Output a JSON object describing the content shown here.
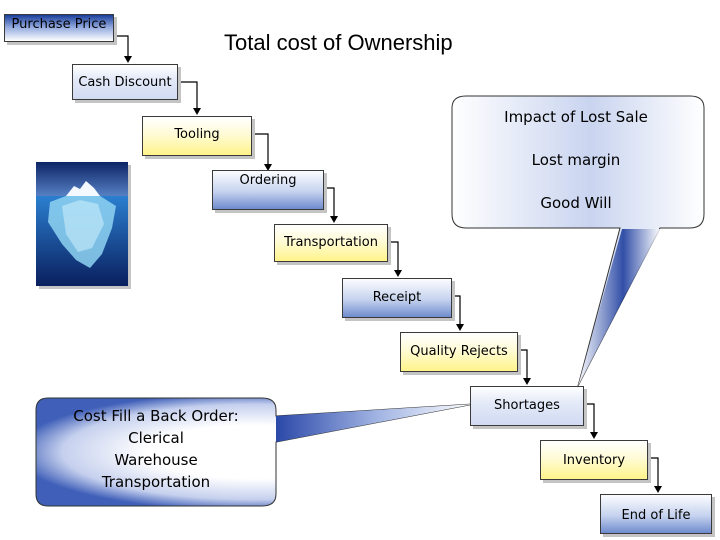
{
  "title": "Total cost of Ownership",
  "steps": [
    "Purchase Price",
    "Cash Discount",
    "Tooling",
    "Ordering",
    "Transportation",
    "Receipt",
    "Quality Rejects",
    "Shortages",
    "Inventory",
    "End of Life"
  ],
  "callout_lost_sale": {
    "lines": [
      "Impact of Lost Sale",
      "Lost margin",
      "Good Will"
    ]
  },
  "callout_back_order": {
    "lines": [
      "Cost Fill a Back Order:",
      "Clerical",
      "Warehouse",
      "Transportation"
    ]
  },
  "colors": {
    "accent_blue": "#1a3d99",
    "highlight_yellow": "#fff48a"
  }
}
